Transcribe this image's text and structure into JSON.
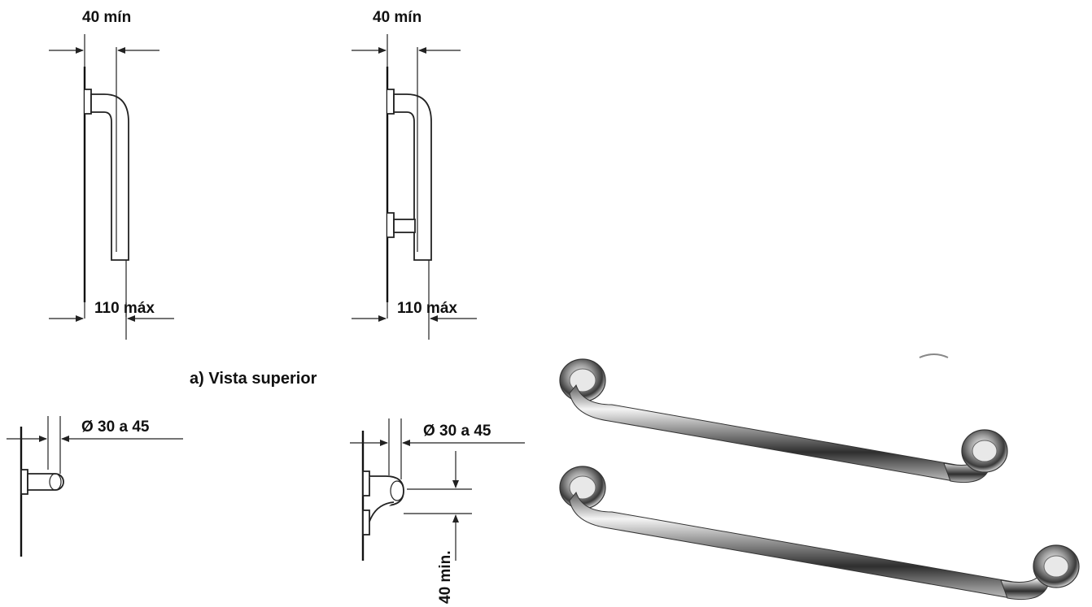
{
  "top_left": {
    "top_dim": "40 mín",
    "bottom_dim": "110 máx"
  },
  "top_right": {
    "top_dim": "40 mín",
    "bottom_dim": "110 máx"
  },
  "caption": "a) Vista superior",
  "bottom_left": {
    "diameter_dim": "Ø 30 a 45"
  },
  "bottom_right": {
    "diameter_dim": "Ø 30 a 45",
    "vertical_dim": "40 min."
  },
  "colors": {
    "line": "#222222",
    "chrome_dark": "#3a3a3a",
    "chrome_light": "#f4f4f4"
  }
}
